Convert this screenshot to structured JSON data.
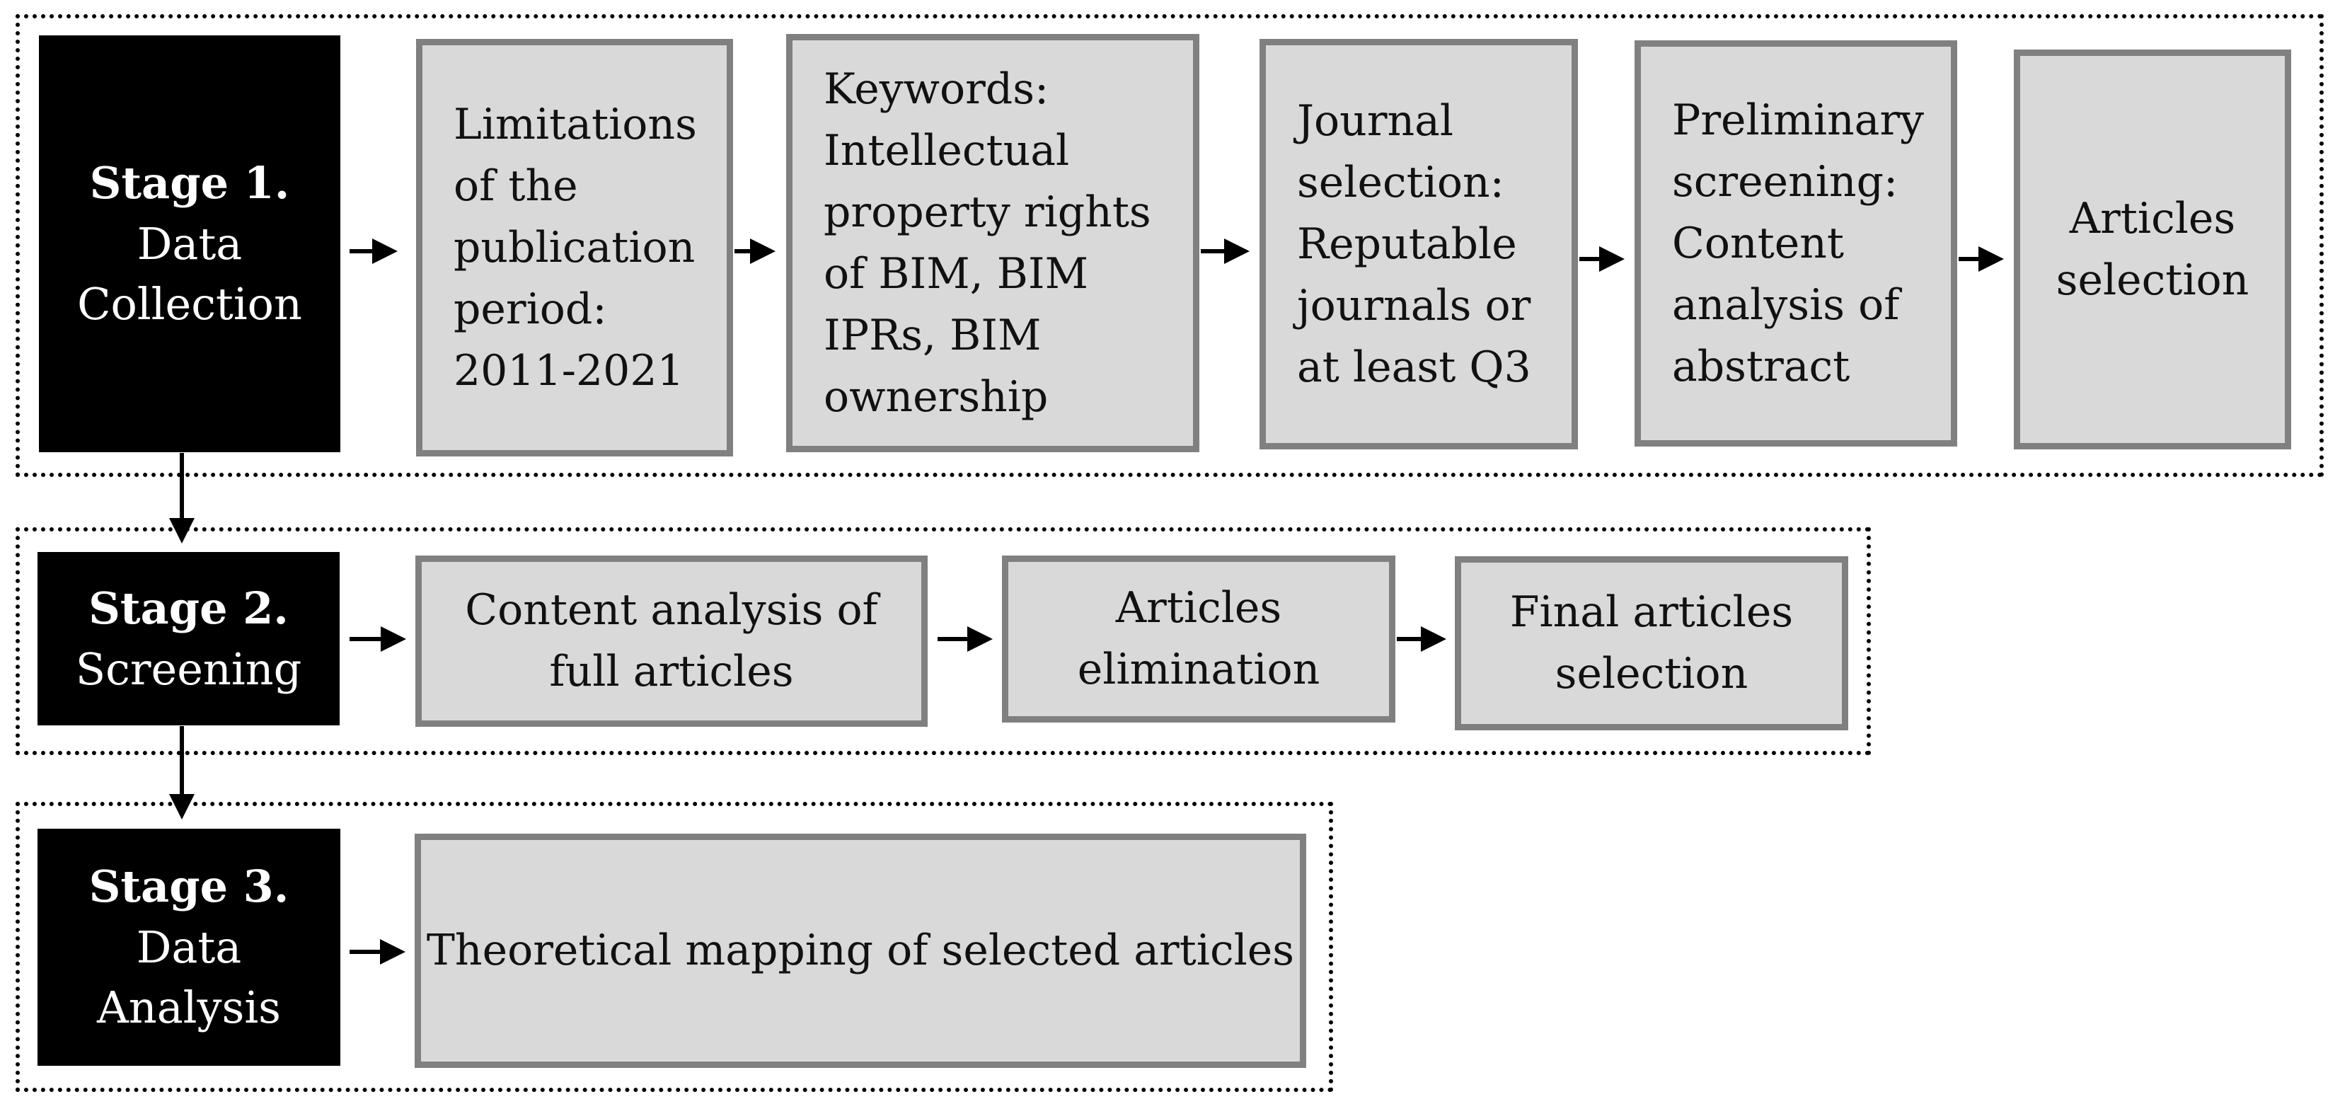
{
  "stages": [
    {
      "number": "Stage 1.",
      "name": "Data\nCollection",
      "steps": [
        "Limitations\nof the\npublication\nperiod:\n2011-2021",
        "Keywords:\nIntellectual\nproperty rights\nof BIM, BIM\nIPRs, BIM\nownership",
        "Journal\nselection:\nReputable\njournals or\nat least Q3",
        "Preliminary\nscreening:\nContent\nanalysis of\nabstract",
        "Articles\nselection"
      ]
    },
    {
      "number": "Stage 2.",
      "name": "Screening",
      "steps": [
        "Content analysis of\nfull articles",
        "Articles\nelimination",
        "Final articles\nselection"
      ]
    },
    {
      "number": "Stage 3.",
      "name": "Data\nAnalysis",
      "steps": [
        "Theoretical mapping of selected articles"
      ]
    }
  ]
}
